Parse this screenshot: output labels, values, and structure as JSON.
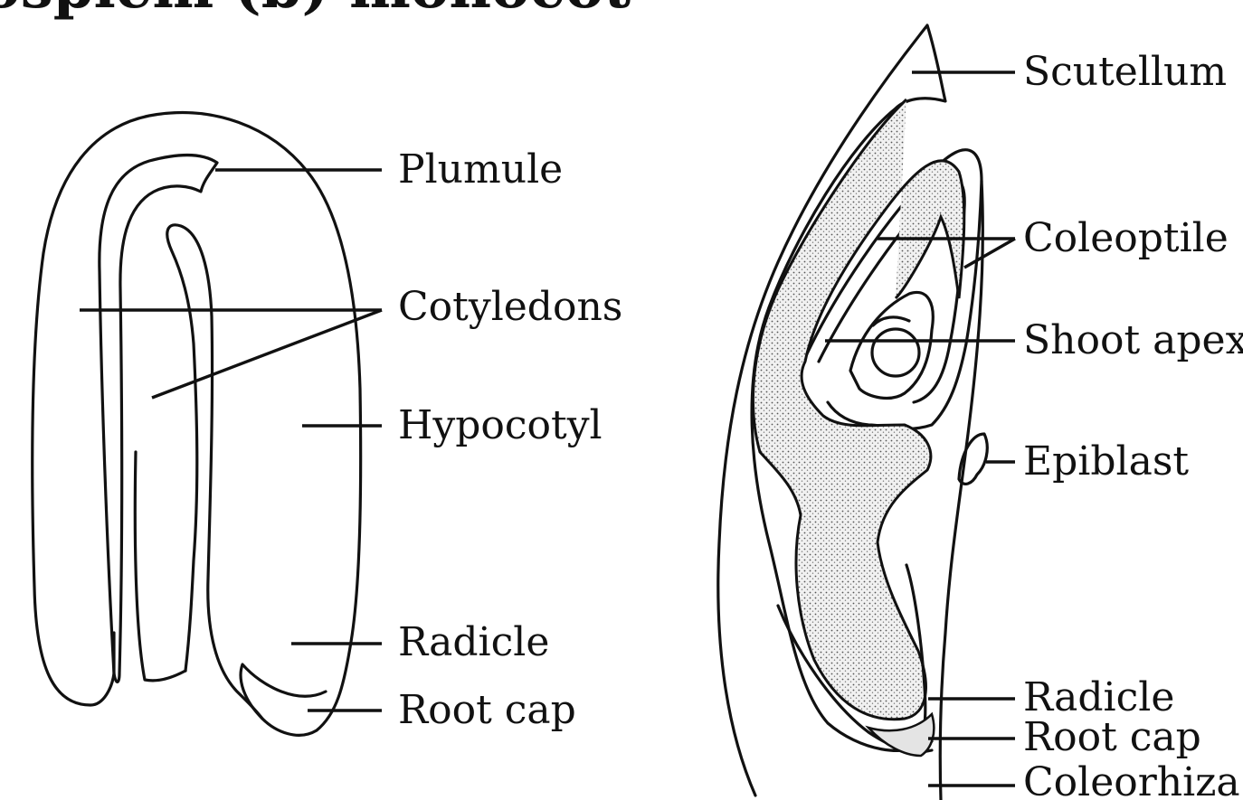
{
  "title": "ospiem (b) monocot",
  "dicot": {
    "labels": {
      "plumule": "Plumule",
      "cotyledons": "Cotyledons",
      "hypocotyl": "Hypocotyl",
      "radicle": "Radicle",
      "root_cap": "Root cap"
    }
  },
  "monocot": {
    "labels": {
      "scutellum": "Scutellum",
      "coleoptile": "Coleoptile",
      "shoot_apex": "Shoot apex",
      "epiblast": "Epiblast",
      "radicle": "Radicle",
      "root_cap": "Root cap",
      "coleorhiza": "Coleorhiza"
    }
  },
  "colors": {
    "ink": "#111111",
    "stipple": "#e4e4e4",
    "background": "#ffffff"
  }
}
